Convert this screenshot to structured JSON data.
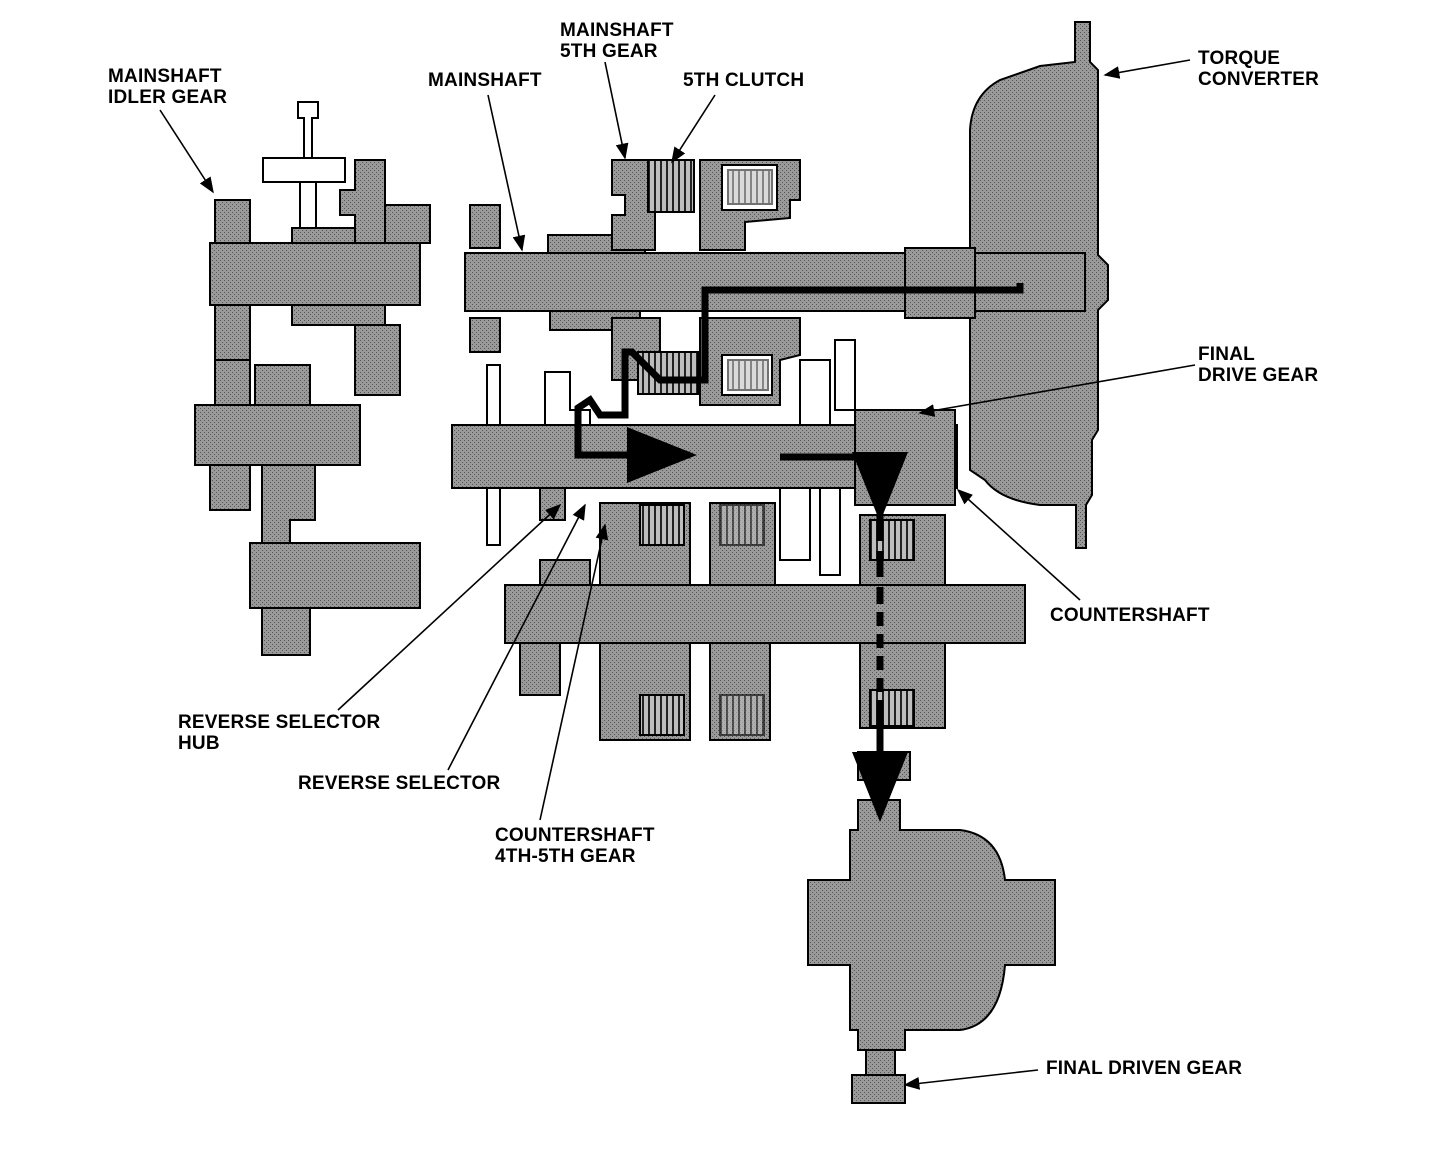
{
  "diagram": {
    "colors": {
      "part_fill": "#8f8f8f",
      "part_stroke": "#000000",
      "outline_fill": "#ffffff",
      "power_flow": "#000000",
      "background": "#ffffff"
    },
    "labels": {
      "mainshaft_idler_gear": [
        "MAINSHAFT",
        "IDLER GEAR"
      ],
      "mainshaft": [
        "MAINSHAFT"
      ],
      "mainshaft_5th_gear": [
        "MAINSHAFT",
        "5TH GEAR"
      ],
      "fifth_clutch": [
        "5TH CLUTCH"
      ],
      "torque_converter": [
        "TORQUE",
        "CONVERTER"
      ],
      "final_drive_gear": [
        "FINAL",
        "DRIVE GEAR"
      ],
      "countershaft": [
        "COUNTERSHAFT"
      ],
      "reverse_selector_hub": [
        "REVERSE SELECTOR",
        "HUB"
      ],
      "reverse_selector": [
        "REVERSE SELECTOR"
      ],
      "countershaft_4th_5th_gear": [
        "COUNTERSHAFT",
        "4TH-5TH GEAR"
      ],
      "final_driven_gear": [
        "FINAL DRIVEN GEAR"
      ]
    }
  }
}
